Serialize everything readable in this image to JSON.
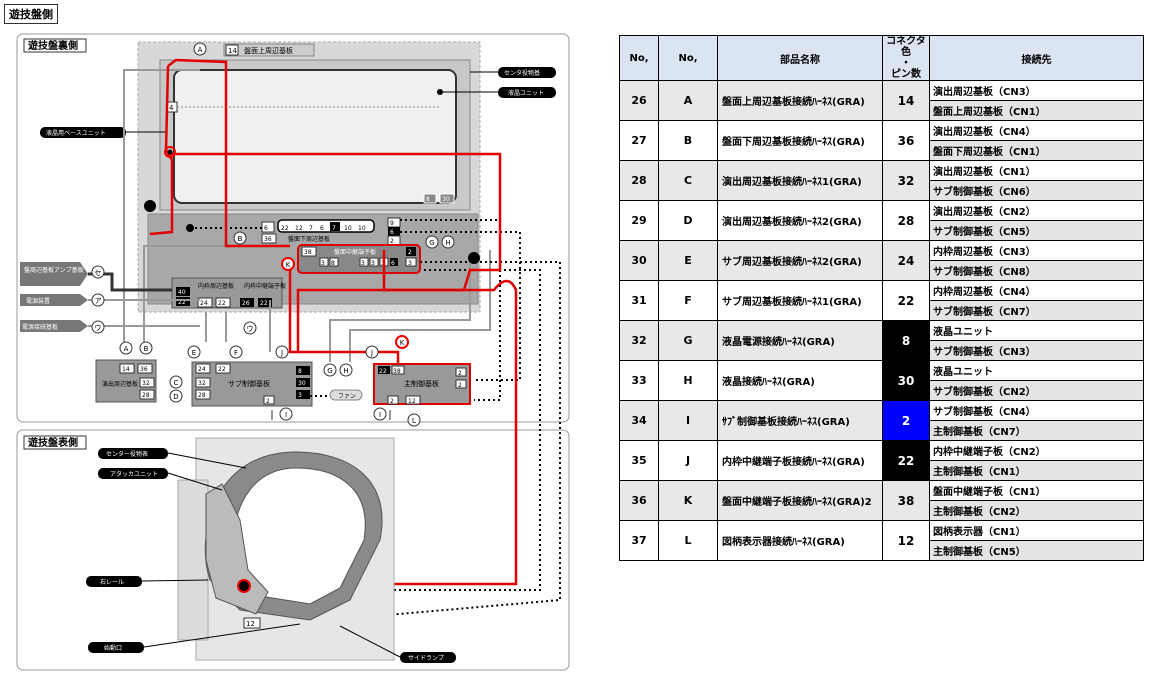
{
  "page_title": "遊技盤側",
  "back_section_title": "遊技盤裏側",
  "front_section_title": "遊技盤表側",
  "labels": {
    "top_board": "盤面上周辺基板",
    "bottom_board": "盤面下周辺基板",
    "center_decor": "センタ役物基",
    "lcd_unit": "液晶ユニット",
    "lcd_base_unit": "液晶用ベースユニット",
    "relay_board": "盤面中継端子板",
    "inner_frame_board": "内枠周辺基板",
    "inner_relay": "内枠中継端子板",
    "perf_board": "演出周辺基板",
    "sub_control": "サブ制御基板",
    "main_control": "主制御基板",
    "fan": "ファン",
    "amp_board": "盤周辺基板アンプ基板",
    "power_device": "電源装置",
    "power_relay": "電源接続基板",
    "front_center": "センター役物表",
    "attacker": "アタッカユニット",
    "right_rail": "右レール",
    "start_port": "始動口",
    "side_lamp": "サイドランプ"
  },
  "pin_labels": {
    "top_board_pins": "14",
    "lcd_pin": "4",
    "bottom_pins": [
      "6",
      "22",
      "12",
      "7",
      "6",
      "7",
      "10",
      "10"
    ],
    "bottom_b": "36",
    "right_stack": [
      "9",
      "6",
      "2"
    ],
    "relay_pins": [
      "38",
      "2",
      "3",
      "3",
      "6",
      "3",
      "3",
      "2"
    ],
    "relay_lower": [
      "3",
      "8",
      "3",
      "3",
      "3",
      "3",
      "6",
      "3",
      "3"
    ],
    "inner_pins": [
      "40",
      "22",
      "24",
      "22",
      "26",
      "22"
    ],
    "perf_pins": [
      "14",
      "36",
      "32",
      "28"
    ],
    "sub_pins": [
      "24",
      "22",
      "32",
      "28",
      "8",
      "30",
      "3",
      "2"
    ],
    "main_pins": [
      "22",
      "38",
      "2",
      "2",
      "2",
      "12"
    ],
    "front_pin": "12",
    "lcd_small": [
      "8",
      "30"
    ]
  },
  "circle_letters": {
    "A": "A",
    "B": "B",
    "C": "C",
    "D": "D",
    "E": "E",
    "F": "F",
    "G": "G",
    "H": "H",
    "I": "I",
    "J": "J",
    "K": "K",
    "L": "L",
    "se": "セ",
    "a": "ア",
    "u": "ウ"
  },
  "table": {
    "headers": {
      "no1": "No,",
      "no2": "No,",
      "name": "部品名称",
      "pins_line1": "コネクタ色",
      "pins_line2": "・",
      "pins_line3": "ピン数",
      "dest": "接続先"
    },
    "rows": [
      {
        "no": "26",
        "code": "A",
        "name": "盤面上周辺基板接続ﾊｰﾈｽ(GRA)",
        "pins": "14",
        "pin_style": "none",
        "dest1": "演出周辺基板（CN3）",
        "dest2": "盤面上周辺基板（CN1）"
      },
      {
        "no": "27",
        "code": "B",
        "name": "盤面下周辺基板接続ﾊｰﾈｽ(GRA)",
        "pins": "36",
        "pin_style": "none",
        "dest1": "演出周辺基板（CN4）",
        "dest2": "盤面下周辺基板（CN1）"
      },
      {
        "no": "28",
        "code": "C",
        "name": "演出周辺基板接続ﾊｰﾈｽ1(GRA)",
        "pins": "32",
        "pin_style": "none",
        "dest1": "演出周辺基板（CN1）",
        "dest2": "サブ制御基板（CN6）"
      },
      {
        "no": "29",
        "code": "D",
        "name": "演出周辺基板接続ﾊｰﾈｽ2(GRA)",
        "pins": "28",
        "pin_style": "none",
        "dest1": "演出周辺基板（CN2）",
        "dest2": "サブ制御基板（CN5）"
      },
      {
        "no": "30",
        "code": "E",
        "name": "サブ周辺基板接続ﾊｰﾈｽ2(GRA)",
        "pins": "24",
        "pin_style": "none",
        "dest1": "内枠周辺基板（CN3）",
        "dest2": "サブ制御基板（CN8）"
      },
      {
        "no": "31",
        "code": "F",
        "name": "サブ周辺基板接続ﾊｰﾈｽ1(GRA)",
        "pins": "22",
        "pin_style": "none",
        "dest1": "内枠周辺基板（CN4）",
        "dest2": "サブ制御基板（CN7）"
      },
      {
        "no": "32",
        "code": "G",
        "name": "液晶電源接続ﾊｰﾈｽ(GRA)",
        "pins": "8",
        "pin_style": "black",
        "dest1": "液晶ユニット",
        "dest2": "サブ制御基板（CN3）"
      },
      {
        "no": "33",
        "code": "H",
        "name": "液晶接続ﾊｰﾈｽ(GRA)",
        "pins": "30",
        "pin_style": "black",
        "dest1": "液晶ユニット",
        "dest2": "サブ制御基板（CN2）"
      },
      {
        "no": "34",
        "code": "I",
        "name": "ｻﾌﾞ制御基板接続ﾊｰﾈｽ(GRA)",
        "pins": "2",
        "pin_style": "blue",
        "dest1": "サブ制御基板（CN4）",
        "dest2": "主制御基板（CN7）"
      },
      {
        "no": "35",
        "code": "J",
        "name": "内枠中継端子板接続ﾊｰﾈｽ(GRA)",
        "pins": "22",
        "pin_style": "black",
        "dest1": "内枠中継端子板（CN2）",
        "dest2": "主制御基板（CN1）"
      },
      {
        "no": "36",
        "code": "K",
        "name": "盤面中継端子板接続ﾊｰﾈｽ(GRA)2",
        "pins": "38",
        "pin_style": "none",
        "dest1": "盤面中継端子板（CN1）",
        "dest2": "主制御基板（CN2）"
      },
      {
        "no": "37",
        "code": "L",
        "name": "図柄表示器接続ﾊｰﾈｽ(GRA)",
        "pins": "12",
        "pin_style": "none",
        "dest1": "図柄表示器（CN1）",
        "dest2": "主制御基板（CN5）"
      }
    ]
  }
}
